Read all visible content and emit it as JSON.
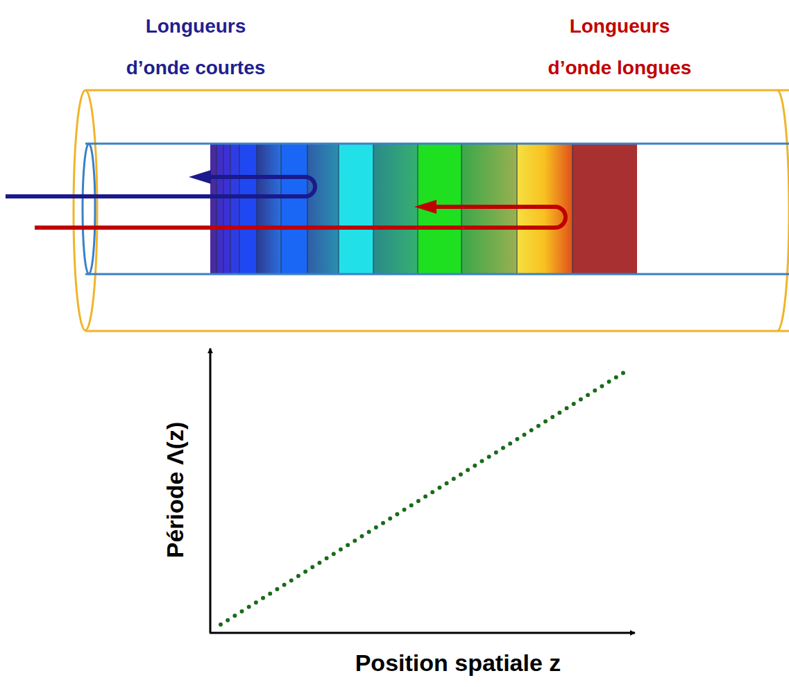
{
  "diagram": {
    "labels": [
      "Longueurs d’onde courtes",
      "Longueurs d’onde longues",
      "Période Λ(z)",
      "Position spatiale z"
    ]
  }
}
